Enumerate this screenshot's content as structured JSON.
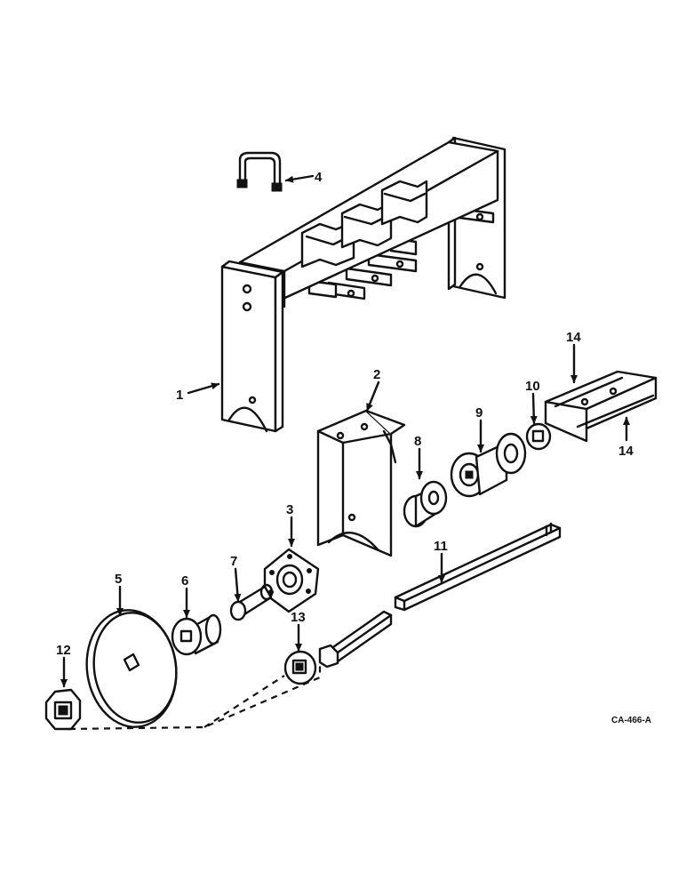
{
  "callouts": [
    {
      "id": "1",
      "text": "1"
    },
    {
      "id": "2",
      "text": "2"
    },
    {
      "id": "3",
      "text": "3"
    },
    {
      "id": "4",
      "text": "4"
    },
    {
      "id": "5",
      "text": "5"
    },
    {
      "id": "6",
      "text": "6"
    },
    {
      "id": "7",
      "text": "7"
    },
    {
      "id": "8",
      "text": "8"
    },
    {
      "id": "9",
      "text": "9"
    },
    {
      "id": "10",
      "text": "10"
    },
    {
      "id": "11",
      "text": "11"
    },
    {
      "id": "12",
      "text": "12"
    },
    {
      "id": "13",
      "text": "13"
    },
    {
      "id": "14a",
      "text": "14"
    },
    {
      "id": "14b",
      "text": "14"
    }
  ],
  "drawing_code": "CA-466-A"
}
